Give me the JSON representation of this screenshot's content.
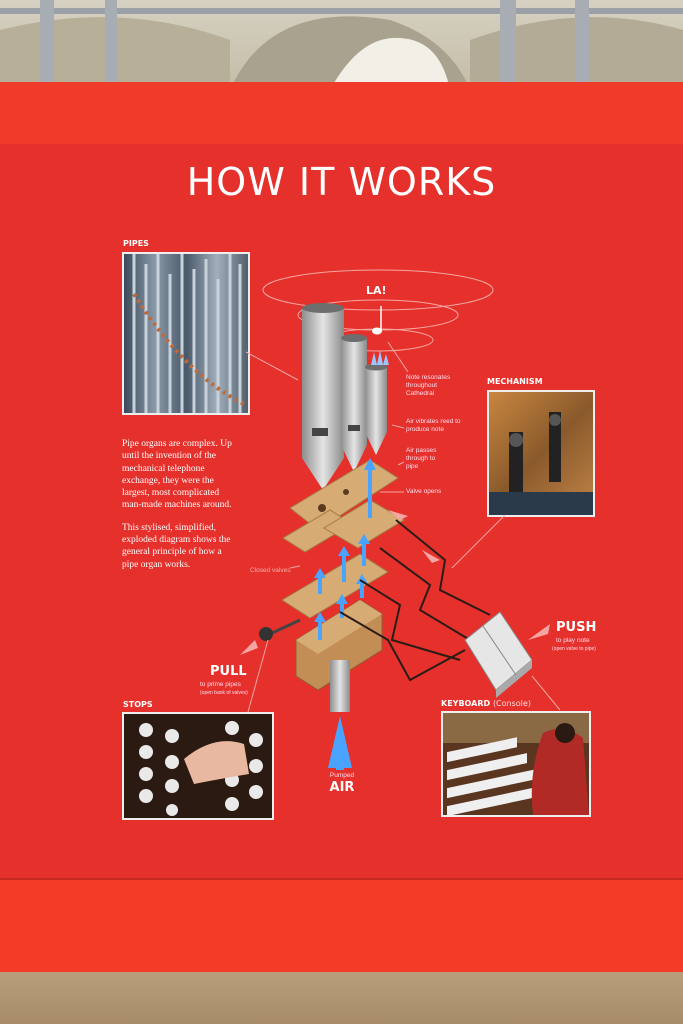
{
  "title": "HOW IT WORKS",
  "labels": {
    "pipes": "PIPES",
    "mechanism": "MECHANISM",
    "stops": "STOPS",
    "keyboard": "KEYBOARD",
    "keyboard_sub": "(Console)",
    "la": "LA!"
  },
  "body_text": [
    "Pipe organs are complex. Up until the invention of the mechanical telephone exchange, they were the largest, most complicated man-made machines around.",
    "This stylised, simplified, exploded diagram shows the general principle of how a pipe organ works."
  ],
  "annotations": {
    "note_resonates": "Note resonates throughout Cathedral",
    "air_vibrates": "Air vibrates reed to produce note",
    "air_passes": "Air passes through to pipe",
    "valve_opens": "Valve opens",
    "closed_valves": "Closed valves"
  },
  "actions": {
    "pull": "PULL",
    "pull_sub": "to prime pipes",
    "pull_sub2": "(open bank of valves)",
    "push": "PUSH",
    "push_sub": "to play note",
    "push_sub2": "(open valve to pipe)",
    "air_label": "Pumped",
    "air_big": "AIR"
  },
  "colors": {
    "board": "#e5302b",
    "air_arrow": "#4aa3ff",
    "pipe": "#b7b7b7",
    "wood": "#d4a66f"
  }
}
